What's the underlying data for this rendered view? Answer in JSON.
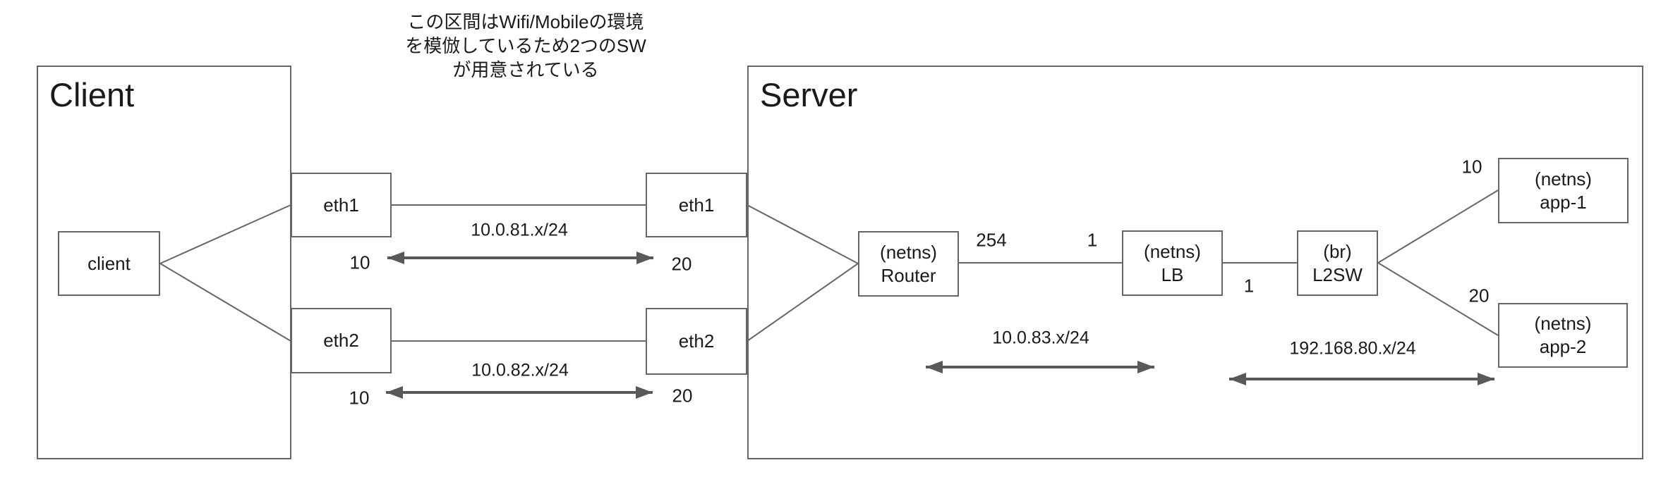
{
  "annotation": {
    "line1": "この区間はWifi/Mobileの環境",
    "line2": "を模倣しているため2つのSW",
    "line3": "が用意されている"
  },
  "containers": {
    "client": {
      "title": "Client"
    },
    "server": {
      "title": "Server"
    }
  },
  "nodes": {
    "client": {
      "label": "client"
    },
    "client_eth1": {
      "label": "eth1"
    },
    "client_eth2": {
      "label": "eth2"
    },
    "server_eth1": {
      "label": "eth1"
    },
    "server_eth2": {
      "label": "eth2"
    },
    "router": {
      "kind": "(netns)",
      "name": "Router"
    },
    "lb": {
      "kind": "(netns)",
      "name": "LB"
    },
    "l2sw": {
      "kind": "(br)",
      "name": "L2SW"
    },
    "app1": {
      "kind": "(netns)",
      "name": "app-1"
    },
    "app2": {
      "kind": "(netns)",
      "name": "app-2"
    }
  },
  "subnets": {
    "eth1": "10.0.81.x/24",
    "eth2": "10.0.82.x/24",
    "router_lb": "10.0.83.x/24",
    "l2sw": "192.168.80.x/24"
  },
  "host_numbers": {
    "eth1_client": "10",
    "eth1_server": "20",
    "eth2_client": "10",
    "eth2_server": "20",
    "router_on_lb_link": "254",
    "lb_on_router_link": "1",
    "lb_on_l2sw_link": "1",
    "app1": "10",
    "app2": "20"
  },
  "colors": {
    "box_border": "#666666",
    "edge_line": "#666666",
    "arrow": "#595959",
    "text": "#1a1a1a",
    "background": "#ffffff"
  }
}
